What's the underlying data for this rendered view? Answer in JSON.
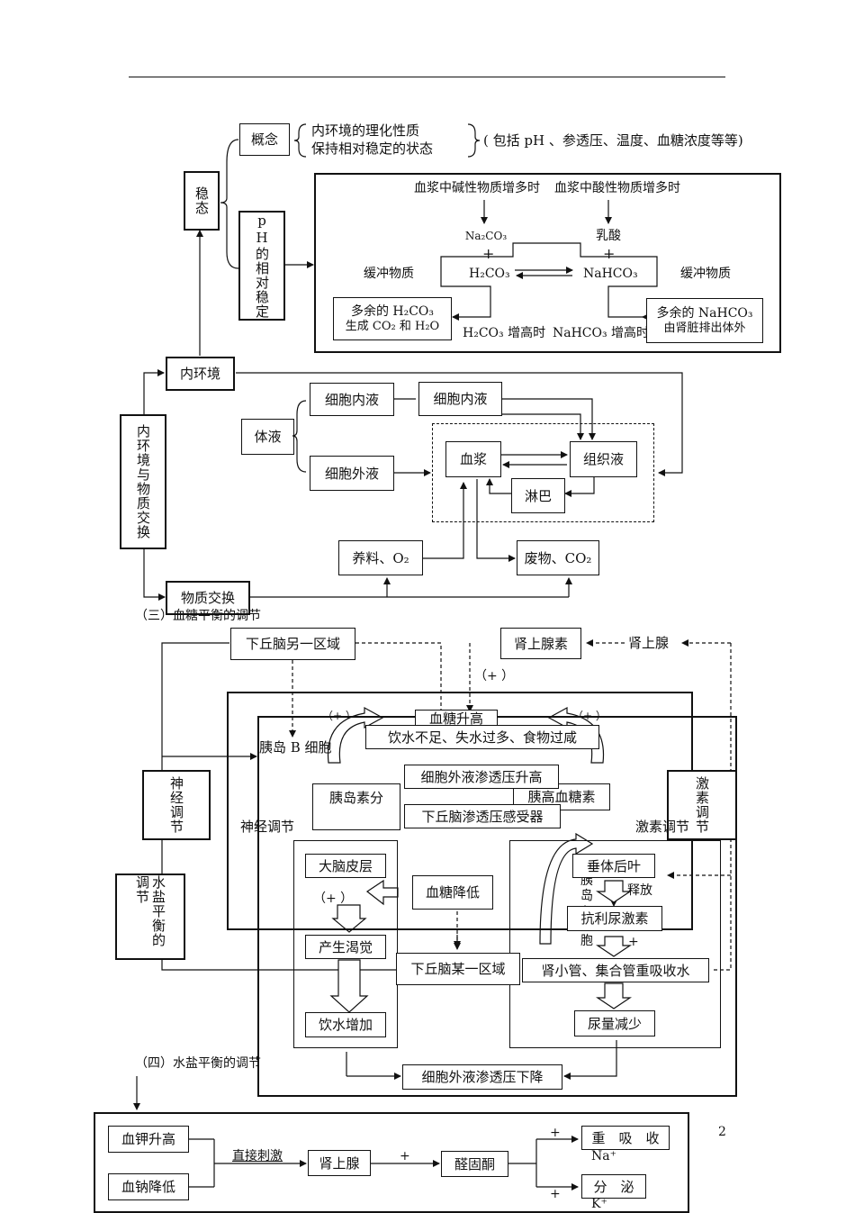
{
  "page_number": "2",
  "homeostasis": {
    "title": "稳态",
    "concept_label": "概念",
    "concept_line1": "内环境的理化性质",
    "concept_line2": "保持相对稳定的状态",
    "concept_note": "( 包括 pH 、参透压、温度、血糖浓度等等)",
    "ph_label": "pH的相对稳定",
    "alkali_increase": "血浆中碱性物质增多时",
    "acid_increase": "血浆中酸性物质增多时",
    "na2co3": "Na₂CO₃",
    "lactic_acid": "乳酸",
    "plus": "+",
    "h2co3": "H₂CO₃",
    "nahco3": "NaHCO₃",
    "buffer_left": "缓冲物质",
    "buffer_right": "缓冲物质",
    "excess_h2co3_l1": "多余的 H₂CO₃",
    "excess_h2co3_l2": "生成 CO₂ 和 H₂O",
    "excess_nahco3_l1": "多余的 NaHCO₃",
    "excess_nahco3_l2": "由肾脏排出体外",
    "h2co3_high": "H₂CO₃ 增高时",
    "nahco3_high": "NaHCO₃ 增高时"
  },
  "environment": {
    "inner_env": "内环境",
    "exchange_title": "内环境与物质交换",
    "body_fluid": "体液",
    "intracellular_1": "细胞内液",
    "intracellular_2": "细胞内液",
    "extracellular": "细胞外液",
    "plasma": "血浆",
    "tissue_fluid": "组织液",
    "lymph": "淋巴",
    "nutrients": "养料、O₂",
    "waste": "废物、CO₂",
    "material_exchange": "物质交换"
  },
  "glucose": {
    "section_title": "（三）血糖平衡的调节",
    "hypothalamus_other": "下丘脑另一区域",
    "adrenaline": "肾上腺素",
    "adrenal": "肾上腺",
    "plus_1": "（+ ）",
    "plus_2": "（+ ）",
    "plus_3": "（+ ）",
    "blood_sugar_up": "血糖升高",
    "islet_b_cell": "胰岛 B 细胞",
    "insulin": "胰岛素分",
    "glucagon": "胰高血糖素",
    "blood_sugar_down": "血糖降低",
    "neural_reg": "神经调节",
    "hormone_reg": "激素调节",
    "neural_box": "神经调节",
    "hormone_box": "激素调节",
    "islet_a_cell": "胰岛A细胞"
  },
  "water": {
    "section_title": "（四）水盐平衡的调节",
    "water_salt_title": "水盐平衡的调节",
    "trigger": "饮水不足、失水过多、食物过咸",
    "osm_up": "细胞外液渗透压升高",
    "hypothalamus_receptor": "下丘脑渗透压感受器",
    "cortex": "大脑皮层",
    "thirst": "产生渴觉",
    "drink": "饮水增加",
    "hypothalamus_region": "下丘脑某一区域",
    "pituitary": "垂体后叶",
    "release": "释放",
    "adh": "抗利尿激素",
    "plus_adh": "+",
    "reabsorb": "肾小管、集合管重吸收水",
    "urine_less": "尿量减少",
    "osm_down": "细胞外液渗透压下降"
  },
  "aldosterone": {
    "k_up": "血钾升高",
    "na_down": "血钠降低",
    "direct_stim": "直接刺激",
    "adrenal": "肾上腺",
    "plus_a": "+",
    "aldosterone": "醛固酮",
    "plus_b": "+",
    "plus_c": "+",
    "reabsorb_na": "重　吸　收",
    "na_ion": "Na⁺",
    "secrete": "分　泌",
    "k_ion": "K⁺"
  }
}
